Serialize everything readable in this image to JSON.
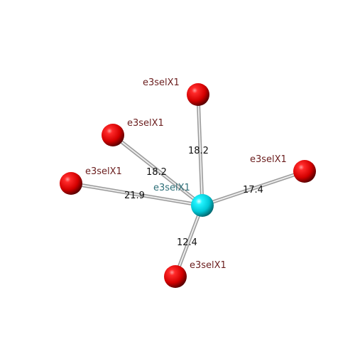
{
  "colors": {
    "center_atom": "#00e5ee",
    "ligand_atom": "#ee0000",
    "bond": "#c8c8c8",
    "ligand_label": "#6b1e1e",
    "center_label": "#2e6f78"
  },
  "center": {
    "label": "e3selX1"
  },
  "ligands": [
    {
      "label": "e3selX1",
      "distance": "18.2"
    },
    {
      "label": "e3selX1",
      "distance": "18.2"
    },
    {
      "label": "e3selX1",
      "distance": "21.9"
    },
    {
      "label": "e3selX1",
      "distance": "17.4"
    },
    {
      "label": "e3selX1",
      "distance": "12.4"
    }
  ]
}
